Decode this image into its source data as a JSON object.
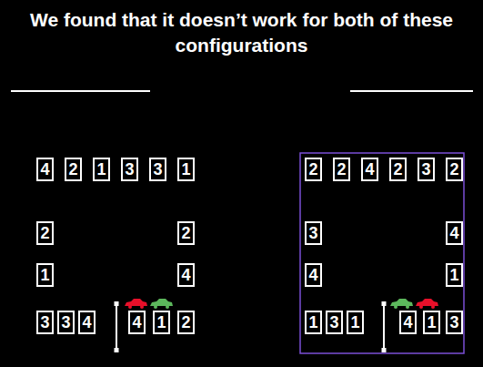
{
  "diagram": {
    "title": "We found that it doesn’t work for both of these configurations",
    "nodes": [
      {
        "text": [
          "4"
        ]
      },
      {
        "text": [
          "2"
        ]
      },
      {
        "text": [
          "1"
        ]
      },
      {
        "text": [
          "3"
        ]
      },
      {
        "text": [
          "3"
        ]
      },
      {
        "text": [
          "1"
        ]
      },
      {
        "text": [
          "2"
        ]
      },
      {
        "text": [
          "2"
        ]
      },
      {
        "text": [
          "1"
        ]
      },
      {
        "text": [
          "4"
        ]
      },
      {
        "text": [
          "3"
        ]
      },
      {
        "text": [
          "3"
        ]
      },
      {
        "text": [
          "4"
        ]
      },
      {
        "text": [
          "4"
        ]
      },
      {
        "text": [
          "1"
        ]
      },
      {
        "text": [
          "2"
        ]
      },
      {
        "text": [
          "2"
        ]
      },
      {
        "text": [
          "2"
        ]
      },
      {
        "text": [
          "4"
        ]
      },
      {
        "text": [
          "2"
        ]
      },
      {
        "text": [
          "3"
        ]
      },
      {
        "text": [
          "2"
        ]
      },
      {
        "text": [
          "3"
        ]
      },
      {
        "text": [
          "4"
        ]
      },
      {
        "text": [
          "4"
        ]
      },
      {
        "text": [
          "1"
        ]
      },
      {
        "text": [
          "1"
        ]
      },
      {
        "text": [
          "3"
        ]
      },
      {
        "text": [
          "1"
        ]
      },
      {
        "text": [
          "4"
        ]
      },
      {
        "text": [
          "1"
        ]
      },
      {
        "text": [
          "3"
        ]
      }
    ]
  }
}
